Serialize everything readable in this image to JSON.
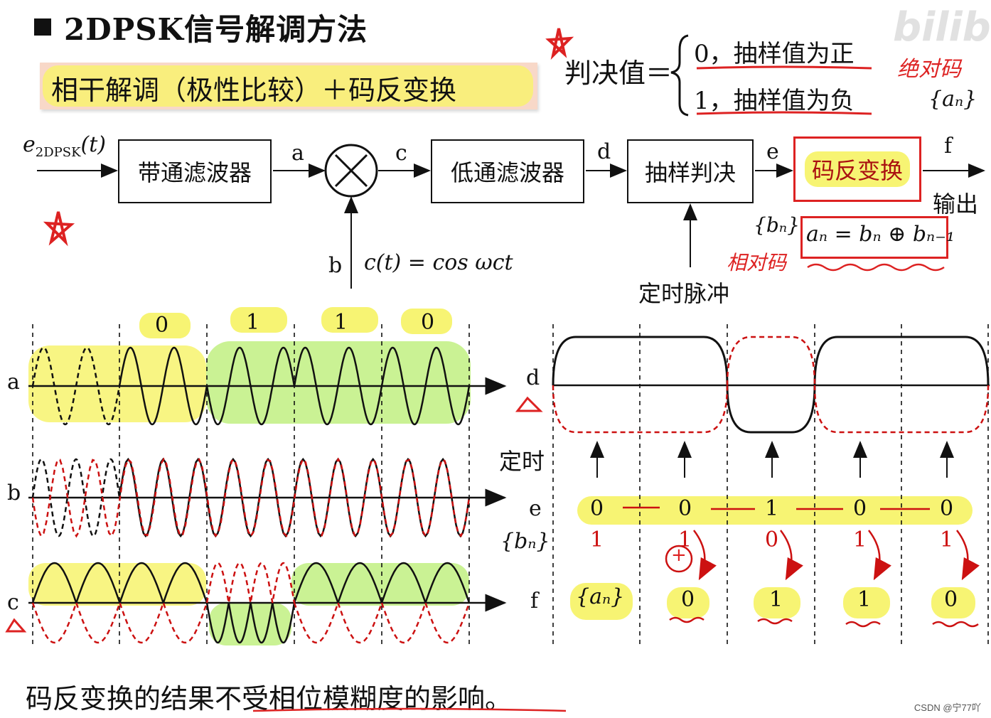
{
  "title": "2DPSK信号解调方法",
  "method": "相干解调（极性比较）＋码反变换",
  "decision": {
    "label": "判决值＝",
    "case0": "0，抽样值为正",
    "case1": "1，抽样值为负"
  },
  "annotations": {
    "abs_code": "绝对码",
    "rel_code": "相对码",
    "an_set": "{aₙ}",
    "bn_set": "{bₙ}",
    "plus_mark": "+"
  },
  "block_diagram": {
    "input": "e",
    "input_sub": "2DPSK",
    "input_t": "(t)",
    "blocks": [
      "带通滤波器",
      "低通滤波器",
      "抽样判决",
      "码反变换"
    ],
    "wire_labels": [
      "a",
      "c",
      "d",
      "e",
      "f",
      "b"
    ],
    "carrier": "c(t) = cos ωct",
    "timing": "定时脉冲",
    "output": "输出",
    "formula": "aₙ = bₙ ⊕ bₙ₋₁"
  },
  "waveforms": {
    "row_labels": [
      "a",
      "b",
      "c"
    ],
    "bits": [
      "0",
      "1",
      "1",
      "0"
    ],
    "colors": {
      "solid": "#111111",
      "dashed": "#cc1111",
      "yellow": "#f6f25a",
      "green": "#b8ee70"
    }
  },
  "decision_plot": {
    "d_label": "d",
    "timing_label": "定时",
    "e_label": "e",
    "bn_label": "{bₙ}",
    "f_label": "f",
    "e_values": [
      "0",
      "0",
      "1",
      "0",
      "0"
    ],
    "bn_values": [
      "1",
      "1",
      "0",
      "1",
      "1"
    ],
    "an_label": "{aₙ}",
    "f_values": [
      "0",
      "1",
      "1",
      "0"
    ]
  },
  "conclusion": "码反变换的结果不受相位模糊度的影响。",
  "watermark": "CSDN @宁77吖",
  "bili": "bilibili"
}
